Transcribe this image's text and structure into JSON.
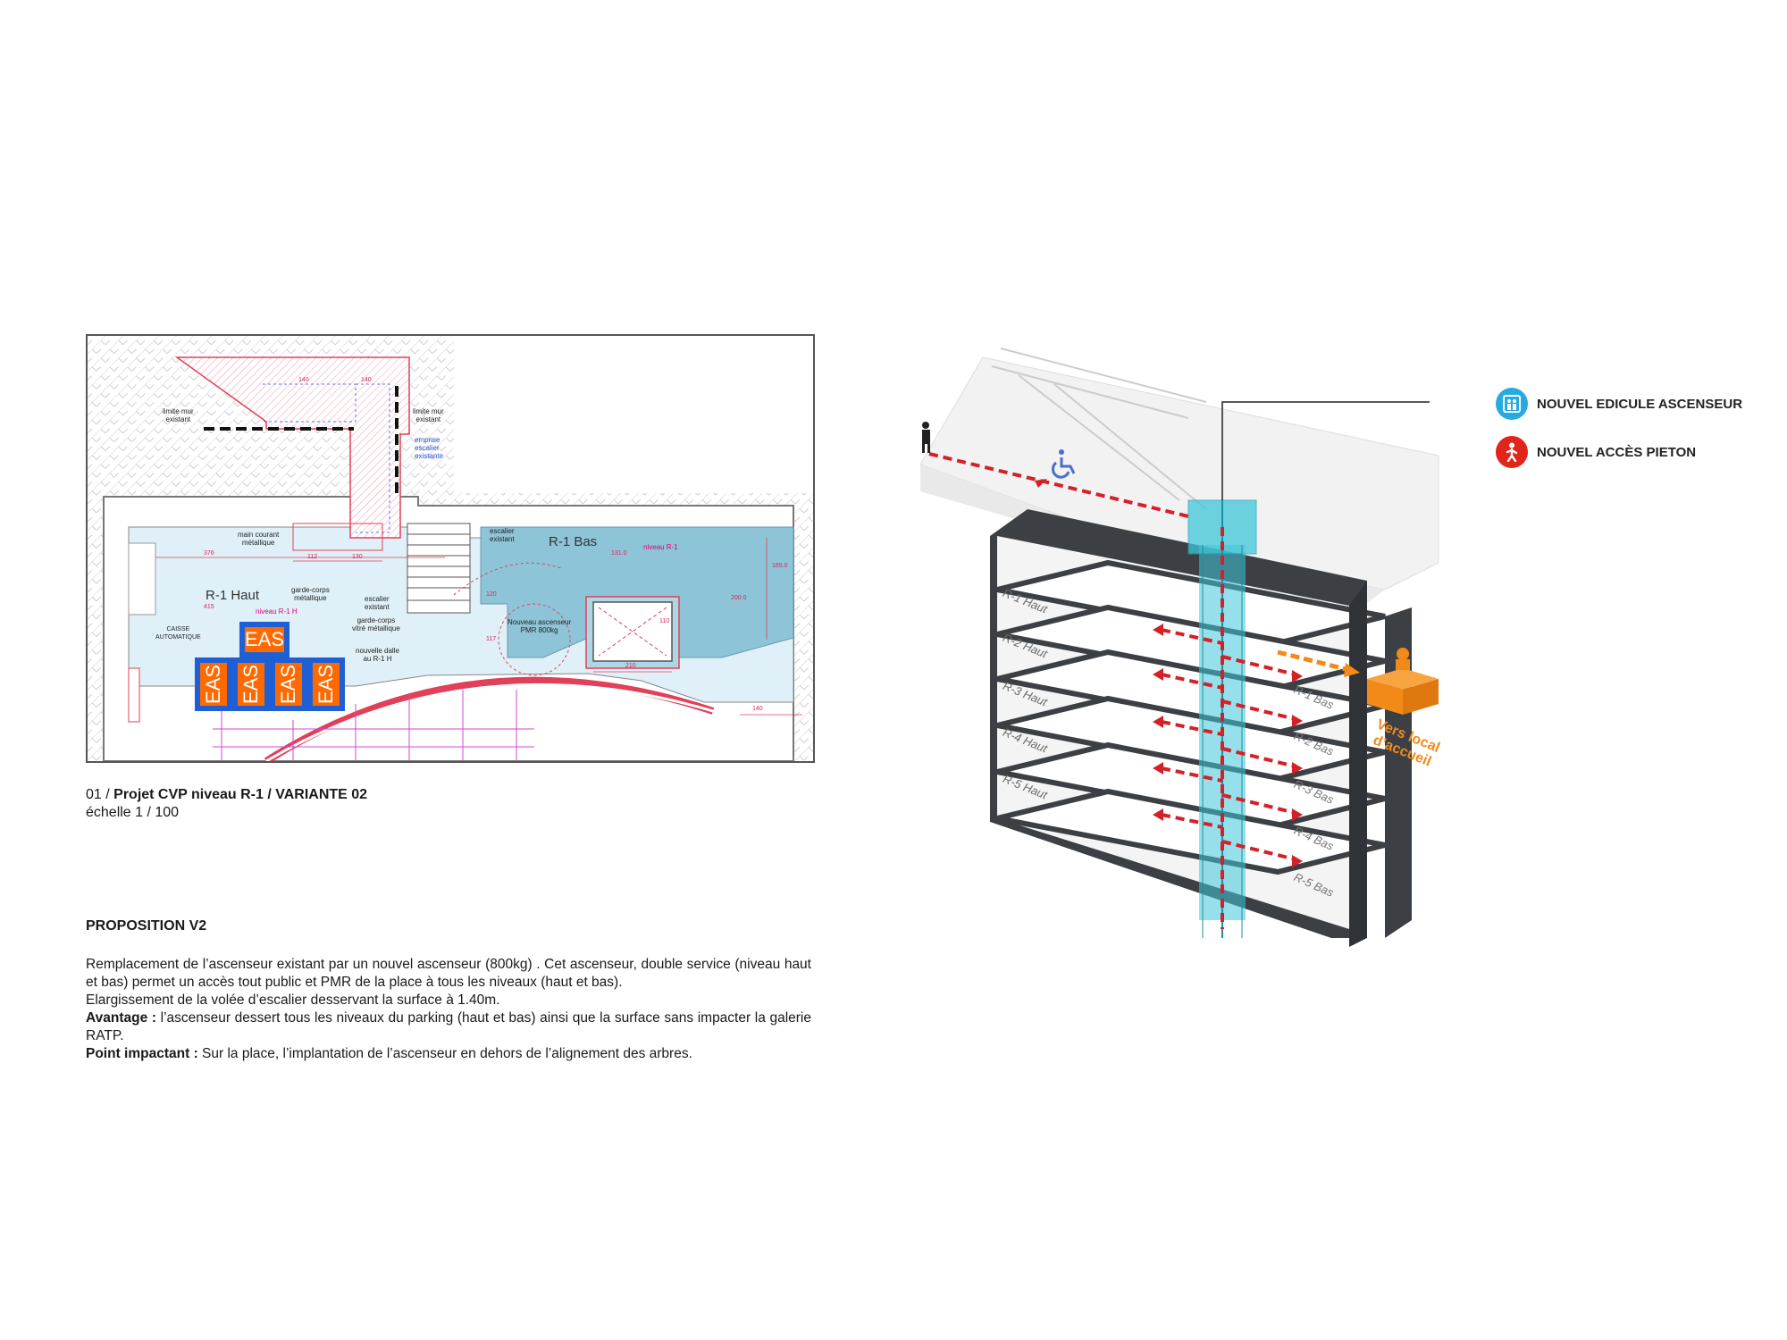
{
  "plan": {
    "r1_haut": "R-1 Haut",
    "r1_bas": "R-1 Bas",
    "labels": {
      "limite_mur_left": "limite mur\nexistant",
      "limite_mur_right": "limite mur\nexistant",
      "emprise": "emprise\nescalier\nexistante",
      "main_courant": "main courant\nmétallique",
      "garde_corps": "garde-corps\nmétallique",
      "escalier_existant": "escalier\nexistant",
      "escalier_existant_top": "escalier\nexistant",
      "garde_corps_vitre": "garde-corps\nvitré métallique",
      "nouvelle_dalle": "nouvelle dalle\nau R-1 H",
      "nouveau_ascenseur": "Nouveau ascenseur\nPMR 800kg",
      "caisse": "CAISSE\nAUTOMATIQUE",
      "niveau_r1h": "niveau R-1 H",
      "niveau_r1": "niveau R-1"
    },
    "eas_label": "EAS",
    "dims": [
      "140",
      "140",
      "376",
      "112",
      "130",
      "415",
      "131.0",
      "110",
      "210",
      "117",
      "120",
      "140",
      "200.0",
      "165.0"
    ]
  },
  "caption": {
    "prefix": "01 / ",
    "title": "Projet CVP niveau R-1 / VARIANTE 02",
    "scale": "échelle 1 / 100"
  },
  "proposition": {
    "title": "PROPOSITION V2",
    "line1": "Remplacement de l’ascenseur existant par un nouvel ascenseur (800kg) . Cet ascenseur, double service (niveau haut et bas) permet un accès tout public et PMR de la place à tous les niveaux (haut et bas).",
    "line2": "Elargissement de la volée d’escalier desservant la surface à 1.40m.",
    "avantage_label": "Avantage :",
    "avantage_text": " l’ascenseur dessert tous les niveaux du parking (haut et bas) ainsi que la surface sans impacter la galerie RATP.",
    "point_label": "Point impactant :",
    "point_text": " Sur la place, l’implantation de l’ascenseur en dehors de l’alignement des arbres."
  },
  "legend": {
    "items": [
      {
        "label": "NOUVEL EDICULE ASCENSEUR",
        "icon": "elevator-icon",
        "color": "#27a9e1"
      },
      {
        "label": "NOUVEL ACCÈS PIETON",
        "icon": "pedestrian-icon",
        "color": "#e1251b"
      }
    ]
  },
  "iso": {
    "haut_levels": [
      "R-1 Haut",
      "R-2 Haut",
      "R-3 Haut",
      "R-4 Haut",
      "R-5 Haut"
    ],
    "bas_levels": [
      "R-1 Bas",
      "R-2 Bas",
      "R-3 Bas",
      "R-4 Bas",
      "R-5 Bas"
    ],
    "vers_local": "Vers local\nd’accueil",
    "colors": {
      "arrow": "#d42027",
      "elevator": "#3ec6d8",
      "orange": "#f28a18"
    }
  }
}
